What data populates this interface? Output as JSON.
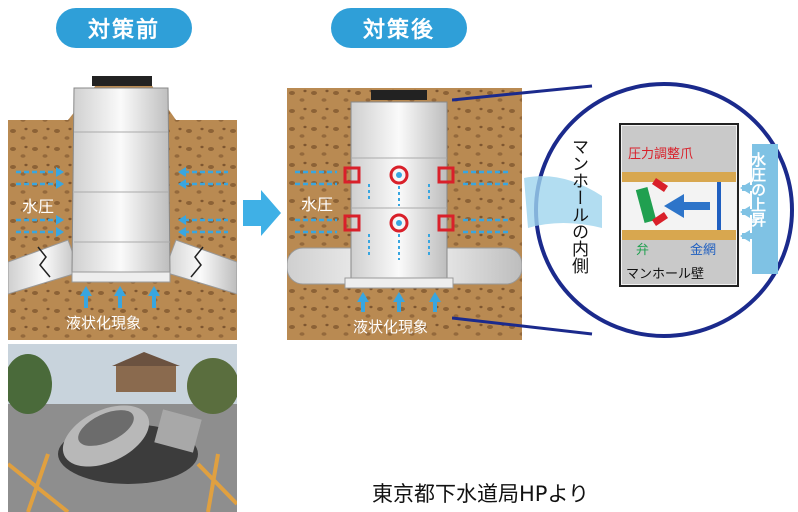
{
  "labels": {
    "before_title": "対策前",
    "after_title": "対策後",
    "water_pressure": "水圧",
    "liquefaction": "液状化現象",
    "manhole_inside": "マンホールの内側",
    "pressure_claw": "圧力調整爪",
    "valve": "弁",
    "wire_mesh": "金網",
    "manhole_wall": "マンホール壁",
    "pressure_rise": "水圧の上昇",
    "source_credit": "東京都下水道局HPより"
  },
  "colors": {
    "accent_blue": "#2f9fd8",
    "soil": "#b7864e",
    "arrow_blue": "#39a6e0",
    "marker_red": "#d9202a",
    "callout_navy": "#1b2a8c",
    "valve_green": "#20a050"
  }
}
